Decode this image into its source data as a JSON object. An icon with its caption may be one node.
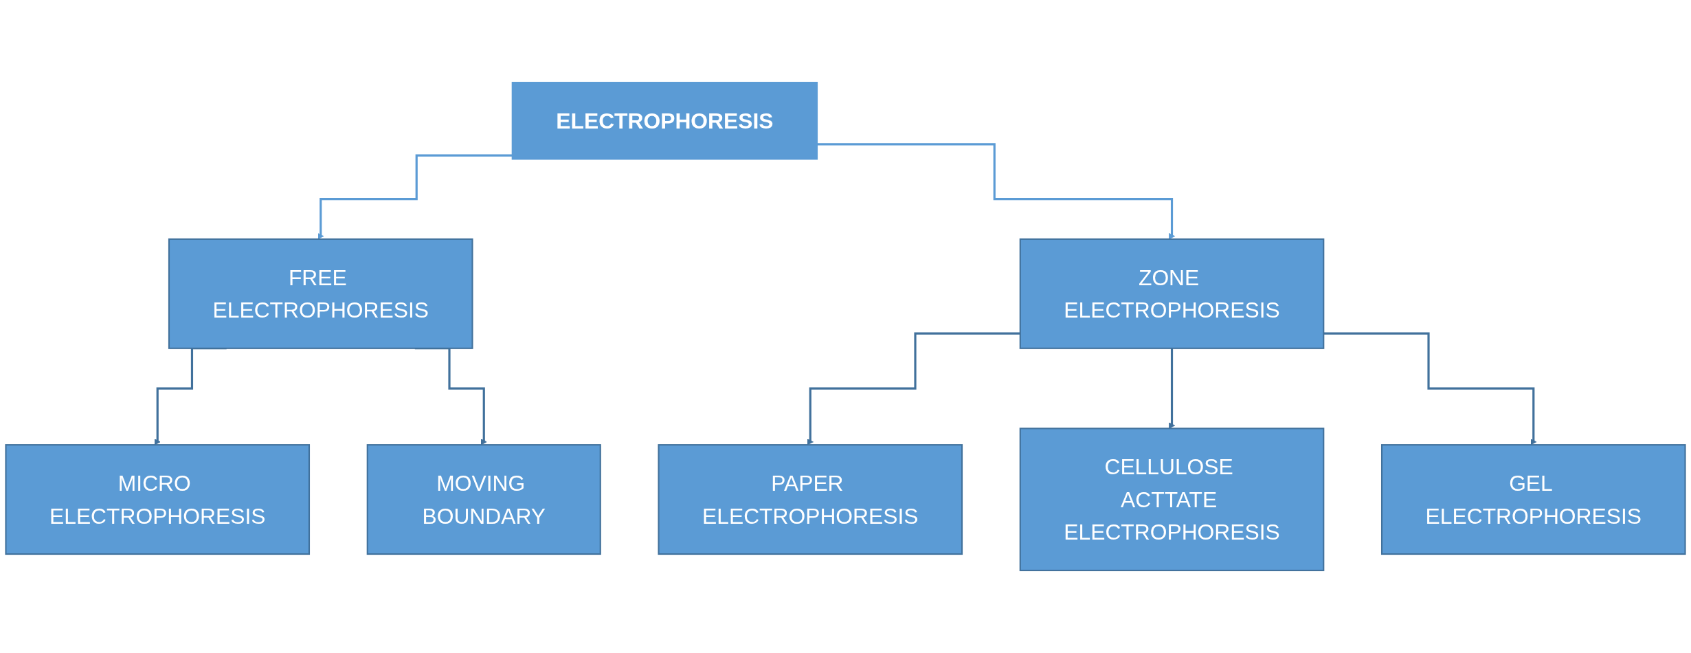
{
  "diagram": {
    "nodes": [
      {
        "text": [
          "ELECTROPHORESIS"
        ]
      },
      {
        "text": [
          "FREE ELECTROPHORESIS"
        ]
      },
      {
        "text": [
          "ZONE ELECTROPHORESIS"
        ]
      },
      {
        "text": [
          "MICRO ELECTROPHORESIS"
        ]
      },
      {
        "text": [
          "MOVING BOUNDARY"
        ]
      },
      {
        "text": [
          "PAPER ELECTROPHORESIS"
        ]
      },
      {
        "text": [
          "CELLULOSE ACTTATE ELECTROPHORESIS"
        ]
      },
      {
        "text": [
          "GEL ELECTROPHORESIS"
        ]
      }
    ],
    "edges": [
      {
        "from": 0,
        "to": 1,
        "arrow": "to",
        "color": "#5b9bd5"
      },
      {
        "from": 0,
        "to": 2,
        "arrow": "to",
        "color": "#5b9bd5"
      },
      {
        "from": 1,
        "to": 3,
        "arrow": "to"
      },
      {
        "from": 1,
        "to": 4,
        "arrow": "to"
      },
      {
        "from": 2,
        "to": 5,
        "arrow": "to"
      },
      {
        "from": 2,
        "to": 6,
        "arrow": "to"
      },
      {
        "from": 2,
        "to": 7,
        "arrow": "to"
      }
    ]
  }
}
